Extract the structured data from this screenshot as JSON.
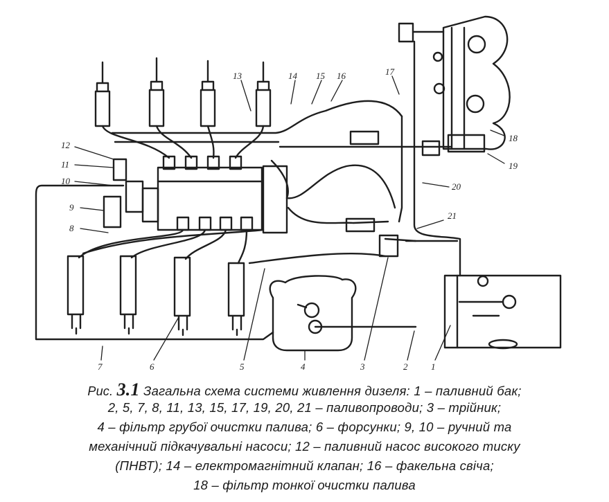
{
  "figure": {
    "prefix": "Рис.",
    "number": "3.1",
    "lines": [
      "Загальна схема системи живлення дизеля: 1 – паливний бак;",
      "2, 5, 7, 8, 11, 13, 15, 17, 19, 20, 21 – паливопроводи; 3 – трійник;",
      "4 – фільтр грубої очистки палива; 6 – форсунки; 9, 10 – ручний та",
      "механічний підкачувальні насоси; 12 – паливний насос високого тиску",
      "(ПНВТ); 14 – електромагнітний клапан; 16 – факельна свіча;",
      "18 – фільтр тонкої очистки палива"
    ]
  },
  "callouts": [
    "1",
    "2",
    "3",
    "4",
    "5",
    "6",
    "7",
    "8",
    "9",
    "10",
    "11",
    "12",
    "13",
    "14",
    "15",
    "16",
    "17",
    "18",
    "19",
    "20",
    "21"
  ]
}
